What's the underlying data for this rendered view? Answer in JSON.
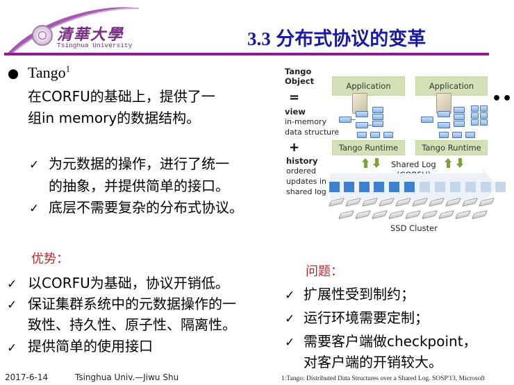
{
  "header": {
    "logo_cn": "清華大學",
    "logo_en": "Tsinghua University",
    "title_num": "3.3",
    "title_text": "分布式协议的变革",
    "colors": {
      "title": "#1a1aa0",
      "rule": "#8b1d91",
      "logo": "#7a2b86"
    }
  },
  "intro": {
    "bullet_label": "Tango",
    "footnote_mark": "1",
    "desc_line1": "在CORFU的基础上，提供了一",
    "desc_line2": "组in memory的数据结构。"
  },
  "features": [
    {
      "lines": [
        "为元数据的操作，进行了统一",
        "的抽象，并提供简单的接口。"
      ]
    },
    {
      "lines": [
        "底层不需要复杂的分布式协议。"
      ]
    }
  ],
  "diagram": {
    "labels": {
      "tango_object_1": "Tango",
      "tango_object_2": "Object",
      "equals": "=",
      "view": "view",
      "in_memory": "in-memory",
      "data_structure": "data structure",
      "plus": "+",
      "history": "history",
      "ordered": "ordered",
      "updates_in": "updates in",
      "shared_log": "shared log",
      "shared_log_title": "Shared Log",
      "corfu": "(CORFU)",
      "ssd_cluster": "SSD Cluster",
      "ellipsis": "•••"
    },
    "clients": [
      {
        "app": "Application",
        "runtime": "Tango Runtime"
      },
      {
        "app": "Application",
        "runtime": "Tango Runtime"
      }
    ],
    "log_cells": {
      "filled": 6,
      "empty": 6,
      "filled_color": "#3f7fcf",
      "empty_color": "#c5d5ea"
    },
    "colors": {
      "box": "#d4e1b6",
      "arrow": "#7ca03a"
    }
  },
  "advantages": {
    "heading": "优势：",
    "items": [
      {
        "lines": [
          "以CORFU为基础，协议开销低。"
        ]
      },
      {
        "lines": [
          "保证集群系统中的元数据操作的一",
          "致性、持久性、原子性、隔离性。"
        ]
      },
      {
        "lines": [
          "提供简单的使用接口"
        ]
      }
    ]
  },
  "problems": {
    "heading": "问题：",
    "items": [
      {
        "lines": [
          "扩展性受到制约；"
        ]
      },
      {
        "lines": [
          "运行环境需要定制；"
        ]
      },
      {
        "lines": [
          "需要客户端做checkpoint，",
          "对客户端的开销较大。"
        ]
      }
    ]
  },
  "footer": {
    "date": "2017-6-14",
    "author": "Tsinghua Univ.—Jiwu Shu",
    "reference": "1:Tango: Distributed Data Structures over a Shared Log. SOSP'13, Microsoft"
  },
  "check_mark": "✓"
}
